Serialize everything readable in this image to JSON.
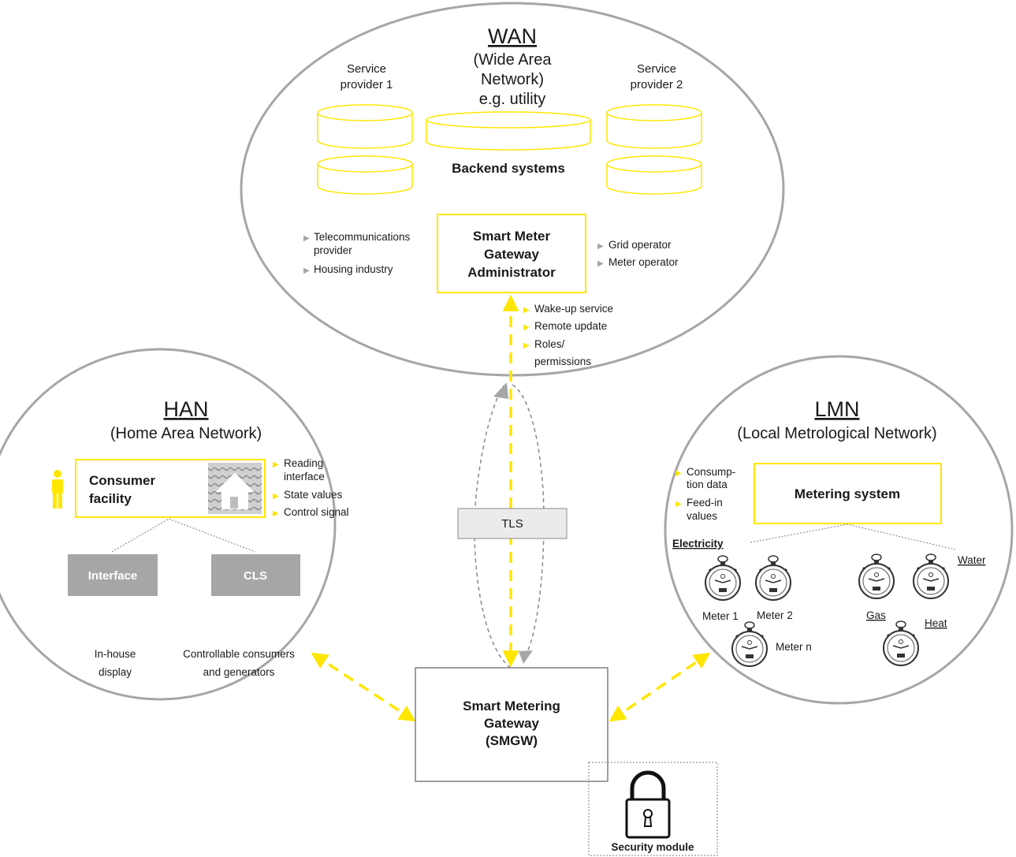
{
  "wan": {
    "title": "WAN",
    "subtitle_lines": [
      "(Wide Area",
      "Network)",
      "e.g. utility"
    ],
    "service_provider_1": [
      "Service",
      "provider 1"
    ],
    "service_provider_2": [
      "Service",
      "provider 2"
    ],
    "backend_label": "Backend systems",
    "administrator_lines": [
      "Smart Meter",
      "Gateway",
      "Administrator"
    ],
    "left_bullets": [
      "Telecommunications",
      "provider",
      "Housing industry"
    ],
    "right_bullets": [
      "Grid operator",
      "Meter operator"
    ],
    "admin_functions": [
      "Wake-up service",
      "Remote update",
      "Roles/",
      "permissions"
    ]
  },
  "han": {
    "title": "HAN",
    "subtitle": "(Home Area Network)",
    "consumer_lines": [
      "Consumer",
      "facility"
    ],
    "bullets": [
      "Reading",
      "interface",
      "State values",
      "Control signal"
    ],
    "interface_label": "Interface",
    "cls_label": "CLS",
    "display_lines": [
      "In-house",
      "display"
    ],
    "controllable_lines": [
      "Controllable consumers",
      "and generators"
    ]
  },
  "lmn": {
    "title": "LMN",
    "subtitle": "(Local Metrological Network)",
    "bullets": [
      "Consump-",
      "tion data",
      "Feed-in",
      "values"
    ],
    "metering_label": "Metering system",
    "electricity": "Electricity",
    "water": "Water",
    "gas": "Gas",
    "heat": "Heat",
    "meter_1": "Meter 1",
    "meter_2": "Meter 2",
    "meter_n": "Meter n"
  },
  "tls_label": "TLS",
  "smgw_lines": [
    "Smart Metering",
    "Gateway",
    "(SMGW)"
  ],
  "security_label": "Security module",
  "colors": {
    "accent_yellow": "#ffe600",
    "circle_gray": "#a6a6a6",
    "gray_box": "#a6a6a6",
    "tls_box": "#ebebeb"
  }
}
